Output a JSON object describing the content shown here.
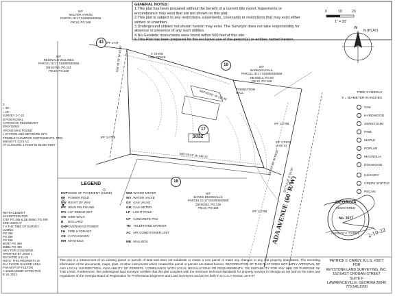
{
  "notes": {
    "title": "GENERAL NOTES:",
    "lines": [
      "1.This plat has been prepared without the benefit of a current title report. Easements or",
      "encumbrance may exist that are not shown on this plat.",
      "2.This plat is subject to any restrictions, easements, covenants or restrictions that may exist either",
      "written or unwritten.",
      "3.Underground utilities not shown hereon may exist. The Surveyor does not take responsibility for",
      "absence or presence of any such utilities.",
      "4.No Geodetic monuments were found within 500 feet of this site.",
      "5.This Plat has been prepared for the exclusive use of the person(s) or entities named hereon."
    ]
  },
  "scale": {
    "left": "0",
    "mid": "10",
    "right": "20",
    "label": "1\" = 20'"
  },
  "north": {
    "label": "N (PLAT)",
    "letter": "N"
  },
  "lots": {
    "l43": "43",
    "l16": "16",
    "l17": "17",
    "l18": "18"
  },
  "owners": {
    "walter": [
      "N/F",
      "WALTER AARON",
      "PARCEL ID:17 024800040549",
      "PB:10, PG:168"
    ],
    "reginald": [
      "N/F",
      "REGINALD WILLINES",
      "PARCEL ID:17 024800040555",
      "DB:63764, PG:151",
      "PB:10, PG:168"
    ],
    "barbara": [
      "N/F",
      "BARBARA PAUL",
      "PARCEL ID:17 024800040568",
      "DB:56814, PG:63",
      "PB:10, PG:168"
    ],
    "banks": [
      "N/F",
      "BANKS DESIGN LLC",
      "PARCEL ID:17 024800040580",
      "DB:60362, PG:148",
      "PB:10, PG:168"
    ]
  },
  "site": {
    "chain_fence": "4' CHAIN LINK FENCE",
    "foundation": "FOUNDATION WALL",
    "house_no": "1032",
    "ipf1": "IPF 1/4\"RB",
    "ipf2": "IPF 1/2\"RB",
    "ipf3": "IPF 1\"PIPE (4.09' S)",
    "ipf4": "IPF 1/4\"RB",
    "ipf_top": "IPF 1\"OT",
    "road": "ADA AVENUE (60' R/W)",
    "bearing1": "N62°00'00\" W 136.46'",
    "bearing2": "N65°05'41\" W 148.15'",
    "bearing3": "S26°41'43\" W 50.00'",
    "bearing4": "S27°07'19\" W 50.00'",
    "bearing5": "S27°13'18\" E 50.00'"
  },
  "legend": {
    "title": "LEGEND",
    "left": [
      [
        "EOP",
        "EDGE OF PAVEMENT (CURB)"
      ],
      [
        "PP",
        "POWER POLE"
      ],
      [
        "RW",
        "RIGHT OF WAY"
      ],
      [
        "IPF",
        "IRON PIN FOUND"
      ],
      [
        "IPS",
        "1/2\" REBAR SET"
      ],
      [
        "SW",
        "SIDE WALK"
      ],
      [
        "B",
        "BOLLARD"
      ],
      [
        "OHP",
        "OVERHEAD POWER"
      ],
      [
        "FH",
        "FIRE HYDRANT"
      ],
      [
        "CB",
        "CATCH BASIN"
      ],
      [
        "MH",
        "MANHOLE"
      ]
    ],
    "right": [
      [
        "WM",
        "WATER METER"
      ],
      [
        "WV",
        "WATER VALVE"
      ],
      [
        "GV",
        "GAS VALVE"
      ],
      [
        "GM",
        "GAS METER"
      ],
      [
        "LP",
        "LIGHT POLE"
      ],
      [
        "CP",
        "CONCRETE PAD"
      ],
      [
        "TM",
        "TELEPHONE MARKER"
      ],
      [
        "AC",
        "AIR CONDITIONER UNIT"
      ],
      [
        "MB",
        "MAIL BOX"
      ]
    ]
  },
  "trees": {
    "title": "TREE SYMBOLS",
    "subtitle": "X = DIAMETER IN INCHES",
    "items": [
      "OAK",
      "HARDWOOD",
      "SWEETGUM",
      "PINE",
      "MAPLE",
      "POPLAR",
      "MAGNOLIA",
      "DOGWOOD",
      "HICKORY",
      "CREPE MYRTLE",
      "PECAN"
    ]
  },
  "left_margin": [
    "3.",
    "= 30'",
    "= 15'",
    "",
    "SURVEY 2-7-22",
    "",
    "D POSITIONAL",
    "CATION ON REDUNDANT",
    "ERVATIONS",
    "ATIONS WAS FOUND",
    "",
    "",
    "",
    "L STATION AND NETWORK GPS",
    "TRIMBLE CHAMPION INSTRUMENTS, PRO.",
    "",
    "",
    "599.50 FT, 0174 AC",
    "",
    "AT CLOSURE: 1 FOOT IN 89,560 FEET"
  ],
  "left_margin2": [
    "RETRACEMENT",
    "ESCRIPTION FOR",
    "0787 PG 499 & DB 56861 PG 499",
    "ERE USED AT",
    "T A THE TIME OF SURVEY.",
    "LUMNS:",
    "",
    "PG 499",
    "PG 499",
    "",
    "PG 168",
    "60787 PG 499",
    "55861 PG 499",
    "IVEY FOR GOLDWINE",
    "OPERTES BY JOSH L.",
    "RS DATED 5-11-02",
    "",
    "NOTE: THIS PROPERTY IS",
    "IN A FLOOD HAZARD AREA",
    "FHA MAP OF FULTON",
    "A 13121C0223F EFFECTIVE",
    "E 18, 2013"
  ],
  "bottom_text": "This plat is a retracement of an existing parcel or parcels of land and does not subdivide or create a new parcel or make any changes to any real property boundaries. The recording information of the documents, maps, plats, or other instruments which created the parcel or parcels are stated hereon. RECORDATION OF THIS PLAT DOES NOT IMPLY APPROVAL OF ANY LOCAL JURISDICTION, AVAILABILITY OF PERMITS, COMPLIANCE WITH LOCAL REGULATIONS OR REQUIREMENTS, OR SUITABILITY FOR ANY USE OR PURPOSE OF THE LAND. Furthermore, the undersigned land surveyor certifies that this plat complies with the minimum technical standards for property surveys in Georgia as set forth in the rules and regulations of the Georgia Board of Registration for Professional Engineers and Land Surveyors and as set forth in O.C.G.A Section 15-6-67",
  "seal": {
    "top": "GEORGIA",
    "registered": "REGISTERED",
    "no": "No. 3077",
    "bottom": "PATRICK F. CAREY",
    "date": "2-10-22"
  },
  "surveyor": {
    "line1": "PATRICK F. CAREY, R.L.S. #3077",
    "line2": "FOR",
    "line3": "KEYSTONE LAND SURVEYING, INC.",
    "line4": "162 EAST CROGAN STREET",
    "line5": "SUITE F",
    "line6": "LAWRENCEVILLE, GEORGIA 30046",
    "line7": "770.545.8700"
  }
}
